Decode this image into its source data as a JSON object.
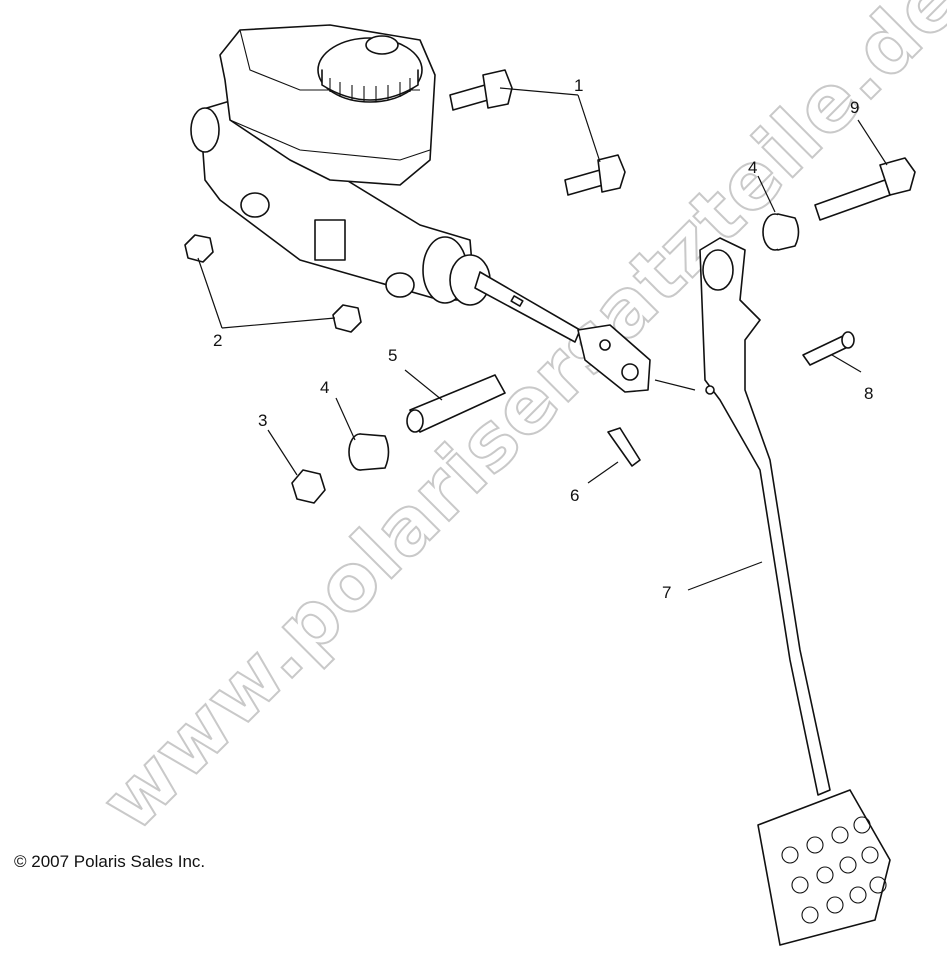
{
  "watermark": "www.polarisersatzteile.de",
  "copyright": "© 2007 Polaris Sales Inc.",
  "callouts": {
    "c1": "1",
    "c2": "2",
    "c3": "3",
    "c4a": "4",
    "c4b": "4",
    "c5": "5",
    "c6": "6",
    "c7": "7",
    "c8": "8",
    "c9": "9"
  },
  "parts": [
    {
      "ref": "master-cylinder",
      "icon": "master-cylinder-icon"
    },
    {
      "ref": "1",
      "icon": "bolt-icon"
    },
    {
      "ref": "2",
      "icon": "nut-icon"
    },
    {
      "ref": "3",
      "icon": "nut-icon"
    },
    {
      "ref": "4",
      "icon": "bushing-icon"
    },
    {
      "ref": "5",
      "icon": "tube-spacer-icon"
    },
    {
      "ref": "6",
      "icon": "cotter-pin-icon"
    },
    {
      "ref": "7",
      "icon": "brake-pedal-icon"
    },
    {
      "ref": "8",
      "icon": "clevis-pin-icon"
    },
    {
      "ref": "9",
      "icon": "bolt-icon"
    }
  ]
}
